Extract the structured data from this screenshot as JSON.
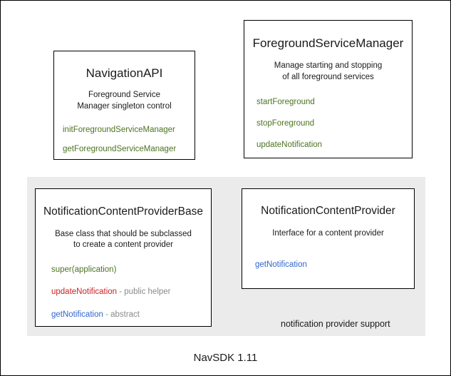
{
  "diagram": {
    "caption": "NavSDK 1.11",
    "group": {
      "label": "notification provider support",
      "background_color": "#ebebeb"
    },
    "colors": {
      "green": "#4c7322",
      "red": "#cc2222",
      "blue": "#3366cc",
      "note_gray": "#8a8a8a",
      "text": "#1a1a1a",
      "border": "#000000",
      "panel": "#ebebeb"
    },
    "boxes": [
      {
        "id": "navigation-api",
        "title": "NavigationAPI",
        "description": "Foreground Service\nManager singleton control",
        "description_line1": "Foreground Service",
        "description_line2": "Manager singleton control",
        "members": [
          {
            "name": "initForegroundServiceManager",
            "note": "",
            "color": "green"
          },
          {
            "name": "getForegroundServiceManager",
            "note": "",
            "color": "green"
          }
        ]
      },
      {
        "id": "foreground-service-manager",
        "title": "ForegroundServiceManager",
        "description_line1": "Manage starting and stopping",
        "description_line2": "of all foreground services",
        "members": [
          {
            "name": "startForeground",
            "note": "",
            "color": "green"
          },
          {
            "name": "stopForeground",
            "note": "",
            "color": "green"
          },
          {
            "name": "updateNotification",
            "note": "",
            "color": "green"
          }
        ]
      },
      {
        "id": "notification-content-provider-base",
        "title": "NotificationContentProviderBase",
        "description_line1": "Base class that should be subclassed",
        "description_line2": "to create a content provider",
        "members": [
          {
            "name": "super(application)",
            "note": "",
            "color": "green"
          },
          {
            "name": "updateNotification",
            "note": " - public helper",
            "color": "red"
          },
          {
            "name": "getNotification",
            "note": " - abstract",
            "color": "blue"
          }
        ]
      },
      {
        "id": "notification-content-provider",
        "title": "NotificationContentProvider",
        "description_line1": "Interface for a content provider",
        "description_line2": "",
        "members": [
          {
            "name": "getNotification",
            "note": "",
            "color": "blue"
          }
        ]
      }
    ]
  }
}
